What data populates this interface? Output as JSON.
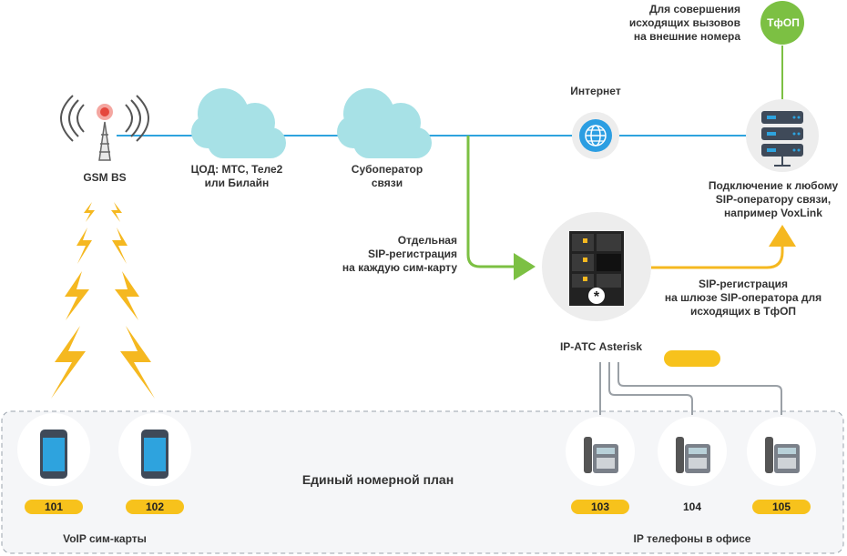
{
  "gsm": {
    "label": "GSM BS"
  },
  "cloud_dc": {
    "label_line1": "ЦОД: МТС, Теле2",
    "label_line2": "или Билайн"
  },
  "cloud_sub": {
    "label_line1": "Субоператор",
    "label_line2": "связи"
  },
  "internet": {
    "label": "Интернет"
  },
  "pstn": {
    "label": "ТфОП",
    "caption_line1": "Для совершения",
    "caption_line2": "исходящих вызовов",
    "caption_line3": "на внешние номера"
  },
  "sip_provider": {
    "caption_line1": "Подключение к любому",
    "caption_line2": "SIP-оператору связи,",
    "caption_line3": "например VoxLink"
  },
  "sim_registration": {
    "line1": "Отдельная",
    "line2": "SIP-регистрация",
    "line3": "на каждую сим-карту"
  },
  "gateway_registration": {
    "line1": "SIP-регистрация",
    "line2": "на шлюзе SIP-оператора для",
    "line3": "исходящих в ТфОП"
  },
  "pbx": {
    "label": "IP-АТС Asterisk"
  },
  "numbering_plan": {
    "label": "Единый номерной план"
  },
  "voip_sims": {
    "caption": "VoIP сим-карты",
    "phones": [
      {
        "number": "101"
      },
      {
        "number": "102"
      }
    ]
  },
  "office_phones": {
    "caption": "IP телефоны в офисе",
    "phones": [
      {
        "number": "103"
      },
      {
        "number": "104"
      },
      {
        "number": "105"
      }
    ]
  },
  "colors": {
    "blue_line": "#2ea3de",
    "green_arrow": "#7cc043",
    "yellow_arrow": "#f5b820",
    "badge": "#f7c21c",
    "cloud": "#a7e1e6",
    "globe": "#2c9ee2",
    "pstn_circle": "#7cc043",
    "circle_bg": "#ededed"
  }
}
